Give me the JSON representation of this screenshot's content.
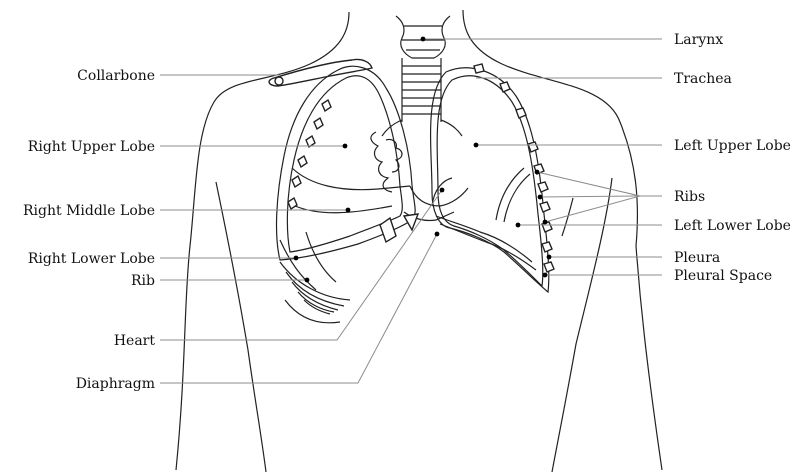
{
  "labels": {
    "larynx": "Larynx",
    "trachea": "Trachea",
    "collarbone": "Collarbone",
    "right_upper_lobe": "Right Upper Lobe",
    "left_upper_lobe": "Left Upper Lobe",
    "ribs": "Ribs",
    "right_middle_lobe": "Right Middle Lobe",
    "left_lower_lobe": "Left Lower Lobe",
    "right_lower_lobe": "Right Lower Lobe",
    "pleura": "Pleura",
    "rib": "Rib",
    "pleural_space": "Pleural Space",
    "heart": "Heart",
    "diaphragm": "Diaphragm"
  },
  "colors": {
    "line": "#8c8c8c",
    "outline": "#222222",
    "text": "#111111"
  }
}
